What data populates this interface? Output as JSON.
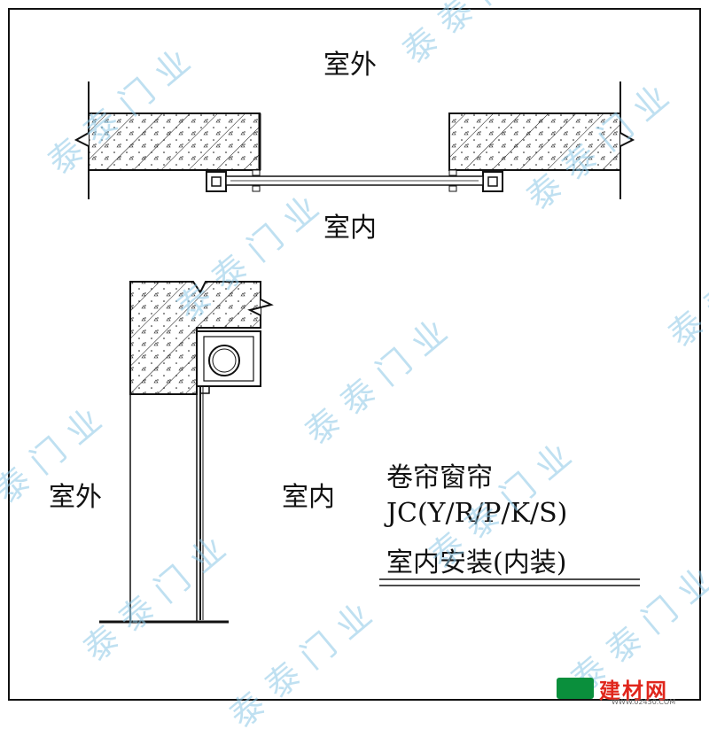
{
  "labels": {
    "top_outside": "室外",
    "top_inside": "室内",
    "side_outside": "室外",
    "side_inside": "室内"
  },
  "legend": {
    "line1": "卷帘窗帘",
    "line2": "JC(Y/R/P/K/S)",
    "line3": "室内安装(内装)"
  },
  "watermark": {
    "text": "泰泰门业",
    "color": "#8cc8e6"
  },
  "logo": {
    "text": "建材网",
    "url": "WWW.02450.COM",
    "icon": "logo-building-icon"
  }
}
